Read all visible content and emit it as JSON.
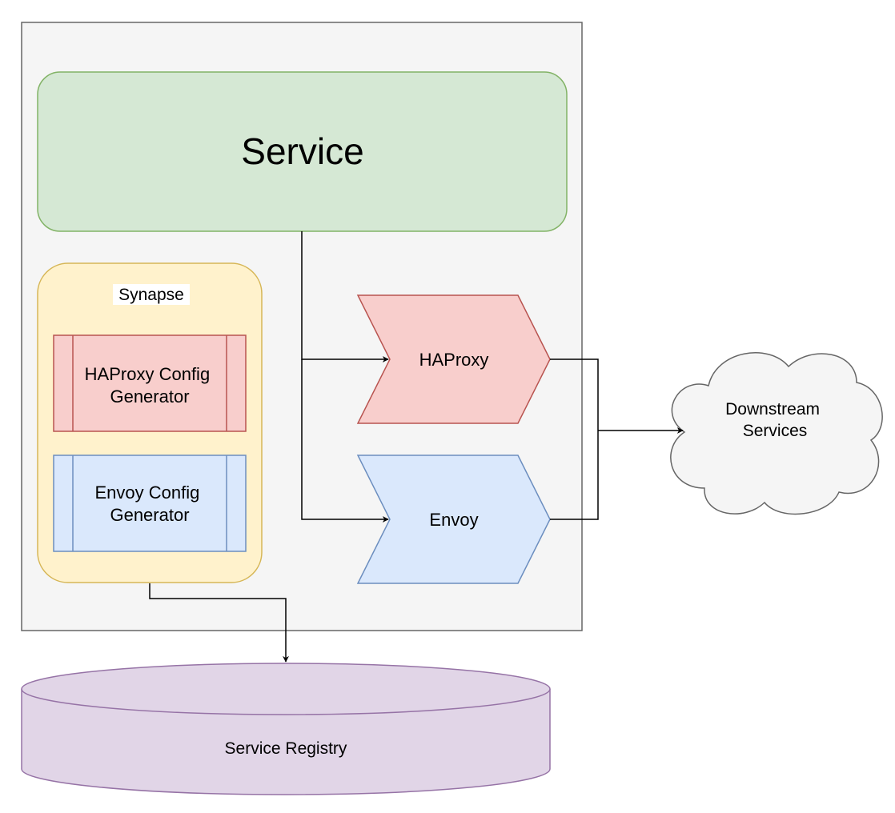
{
  "nodes": {
    "service": "Service",
    "synapse": "Synapse",
    "haproxy_config_generator": [
      "HAProxy Config",
      "Generator"
    ],
    "envoy_config_generator": [
      "Envoy Config",
      "Generator"
    ],
    "haproxy": "HAProxy",
    "envoy": "Envoy",
    "downstream_services": [
      "Downstream",
      "Services"
    ],
    "service_registry": "Service Registry"
  },
  "edges": [
    {
      "from": "service",
      "to": "haproxy"
    },
    {
      "from": "service",
      "to": "envoy"
    },
    {
      "from": "haproxy",
      "to": "downstream_services"
    },
    {
      "from": "envoy",
      "to": "downstream_services"
    },
    {
      "from": "synapse",
      "to": "service_registry"
    }
  ],
  "colors": {
    "host_fill": "#f5f5f5",
    "host_stroke": "#666666",
    "service_fill": "#d5e8d4",
    "service_stroke": "#82b366",
    "synapse_fill": "#fff2cc",
    "synapse_stroke": "#d6b656",
    "haproxy_fill": "#f8cecc",
    "haproxy_stroke": "#b85450",
    "envoy_fill": "#dae8fc",
    "envoy_stroke": "#6c8ebf",
    "cloud_fill": "#f5f5f5",
    "cloud_stroke": "#666666",
    "registry_fill": "#e1d5e7",
    "registry_stroke": "#9673a6"
  }
}
